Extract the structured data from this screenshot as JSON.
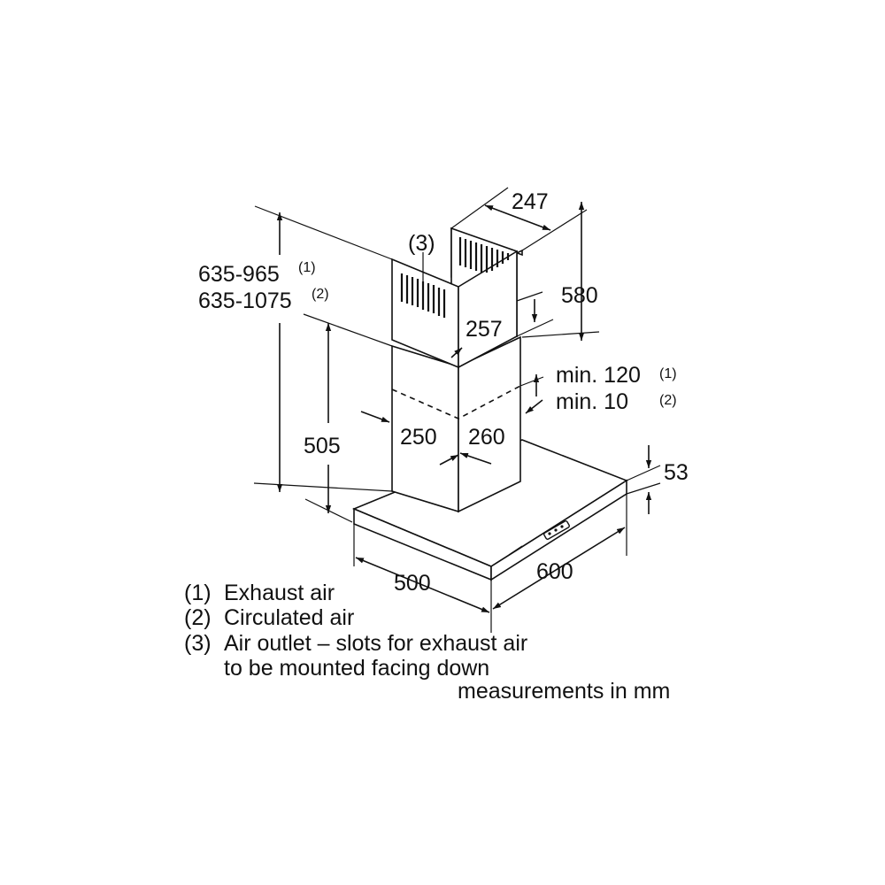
{
  "dimensions": {
    "height_range_exhaust": "635-965",
    "height_range_circulated": "635-1075",
    "chimney_depth_top": "247",
    "upper_chimney_height": "580",
    "upper_chimney_width": "257",
    "lower_chimney_width": "250",
    "lower_chimney_depth": "260",
    "lower_height": "505",
    "min_exhaust": "min. 120",
    "min_circulated": "min. 10",
    "canopy_thickness": "53",
    "canopy_depth": "500",
    "canopy_width": "600"
  },
  "markers": {
    "m1": "(1)",
    "m2": "(2)",
    "m3": "(3)"
  },
  "legend": {
    "item1_marker": "(1)",
    "item1_text": "Exhaust air",
    "item2_marker": "(2)",
    "item2_text": "Circulated air",
    "item3_marker": "(3)",
    "item3_text": "Air outlet – slots for exhaust air",
    "item3_text2": "to be mounted facing down",
    "units": "measurements in mm"
  }
}
